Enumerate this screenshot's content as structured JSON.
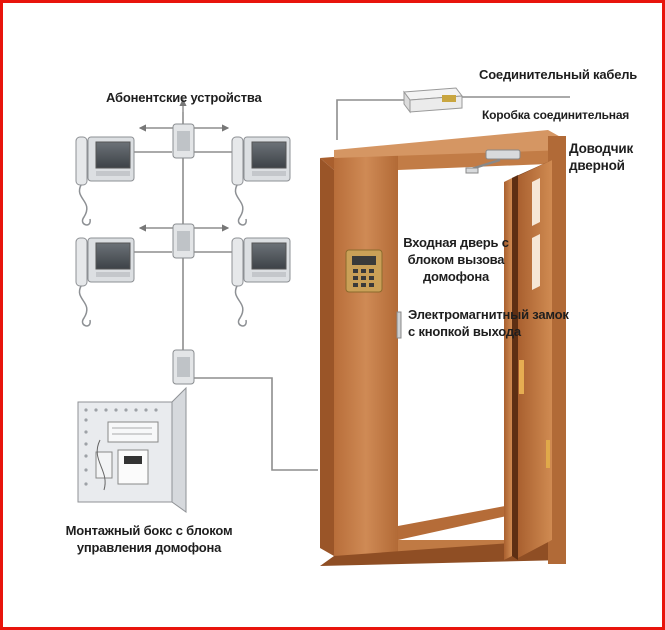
{
  "colors": {
    "frame_border": "#e8140c",
    "door_wood": "#c47a45",
    "door_wood_dark": "#9c5a2c",
    "monitor_body": "#dcdfe2",
    "wire": "#8a8a8a"
  },
  "labels": {
    "subscriber_devices": "Абонентские устройства",
    "connection_cable": "Соединительный кабель",
    "junction_box": "Коробка соединительная",
    "door_closer": "Доводчик\nдверной",
    "entrance_door": "Входная дверь с\nблоком вызова\nдомофона",
    "magnetic_lock": "Электромагнитный замок\nс кнопкой выхода",
    "mounting_box": "Монтажный бокс с блоком\nуправления домофона"
  },
  "icons": {
    "monitor": "intercom-monitor-icon",
    "handset": "intercom-handset-icon",
    "splitter": "floor-splitter-box-icon",
    "junction": "cable-junction-box-icon",
    "call_panel": "door-call-panel-icon",
    "closer": "door-closer-icon"
  }
}
